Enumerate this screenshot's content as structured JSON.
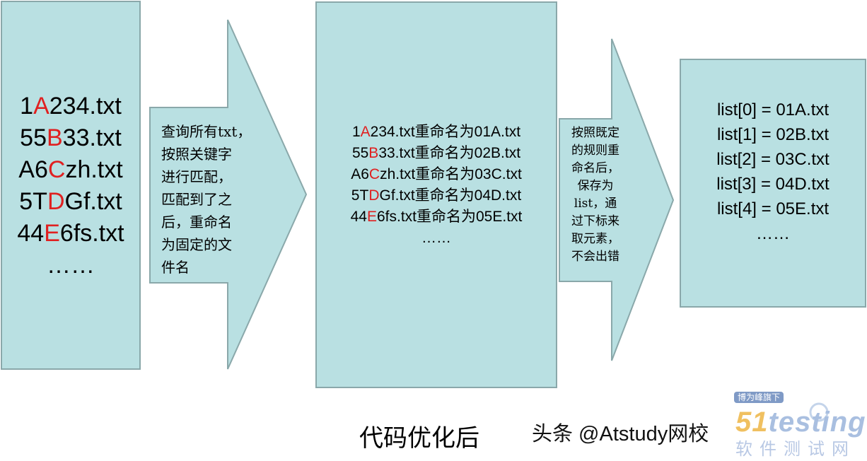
{
  "colors": {
    "fill": "#b9e0e2",
    "stroke": "#8aa8aa",
    "highlight": "#e02020"
  },
  "input_files": [
    {
      "pre": "1",
      "hl": "A",
      "post": "234.txt"
    },
    {
      "pre": "55",
      "hl": "B",
      "post": "33.txt"
    },
    {
      "pre": "A6",
      "hl": "C",
      "post": "zh.txt"
    },
    {
      "pre": "5T",
      "hl": "D",
      "post": "Gf.txt"
    },
    {
      "pre": "44",
      "hl": "E",
      "post": "6fs.txt"
    }
  ],
  "input_ellipsis": "……",
  "step1_lines": [
    "查询所有txt，",
    "按照关键字",
    "进行匹配，",
    "匹配到了之",
    "后，重命名",
    "为固定的文",
    "件名"
  ],
  "renames": [
    {
      "pre": "1",
      "hl": "A",
      "post": "234.txt重命名为01A.txt"
    },
    {
      "pre": "55",
      "hl": "B",
      "post": "33.txt重命名为02B.txt"
    },
    {
      "pre": "A6",
      "hl": "C",
      "post": "zh.txt重命名为03C.txt"
    },
    {
      "pre": "5T",
      "hl": "D",
      "post": "Gf.txt重命名为04D.txt"
    },
    {
      "pre": "44",
      "hl": "E",
      "post": "6fs.txt重命名为05E.txt"
    }
  ],
  "renames_ellipsis": "……",
  "step2_lines": [
    "按照既定",
    "的规则重",
    "命名后，",
    "保存为",
    "list，通",
    "过下标来",
    "取元素，",
    "不会出错"
  ],
  "list_items": [
    "list[0] = 01A.txt",
    "list[1] = 02B.txt",
    "list[2] = 03C.txt",
    "list[3] = 04D.txt",
    "list[4] = 05E.txt"
  ],
  "list_ellipsis": "……",
  "caption": "代码优化后",
  "watermark": {
    "badge": "博为峰旗下",
    "logo_num": "51",
    "logo_text": "testing",
    "sub": "软件测试网"
  },
  "credit": "头条 @Atstudy网校"
}
